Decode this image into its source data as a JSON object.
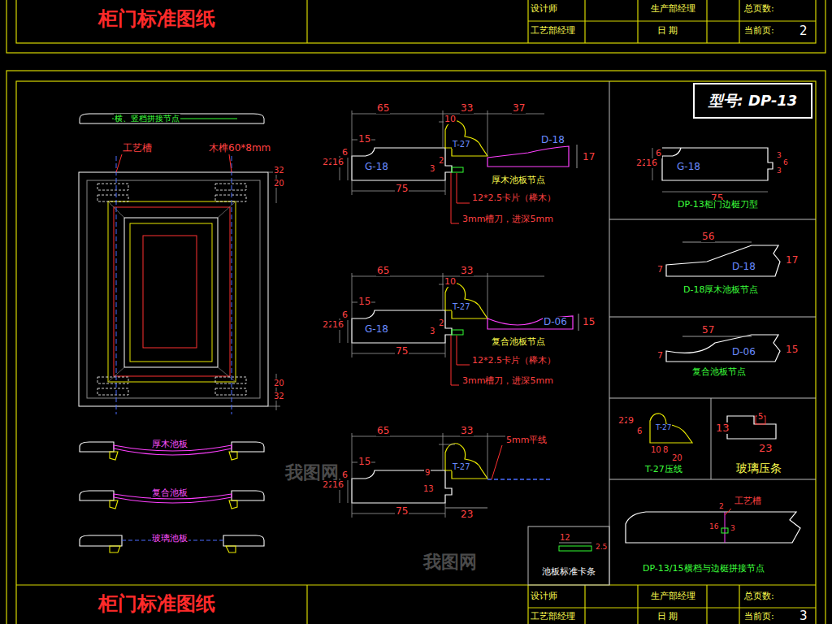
{
  "diagram": {
    "nodes": [
      {
        "text": [
          "型号: DP-13"
        ]
      }
    ],
    "labels": [
      "柜门标准图纸",
      "设计师",
      "生产部经理",
      "总页数:",
      "工艺部经理",
      "日 期",
      "当前页:",
      "2",
      "我图网",
      "我图网",
      "横、竖档拼接节点",
      "工艺槽",
      "木榫60*8mm",
      "32",
      "20",
      "20",
      "32",
      "厚木池板",
      "复合池板",
      "玻璃池板",
      "65",
      "33",
      "37",
      "15",
      "10",
      "22",
      "16",
      "6",
      "G-18",
      "T-27",
      "D-18",
      "17",
      "3",
      "2",
      "75",
      "厚木池板节点",
      "12*2.5卡片（榉木）",
      "3mm槽刀，进深5mm",
      "65",
      "33",
      "15",
      "10",
      "22",
      "16",
      "6",
      "G-18",
      "T-27",
      "D-06",
      "15",
      "3",
      "2",
      "75",
      "复合池板节点",
      "12*2.5卡片（榉木）",
      "3mm槽刀，进深5mm",
      "65",
      "33",
      "5mm平线",
      "15",
      "22",
      "16",
      "6",
      "13",
      "9",
      "T-27",
      "75",
      "23",
      "22",
      "16",
      "6",
      "G-18",
      "3",
      "6",
      "3",
      "75",
      "DP-13柜门边梃刀型",
      "56",
      "7",
      "D-18",
      "17",
      "D-18厚木池板节点",
      "57",
      "7",
      "D-06",
      "15",
      "复合池板节点",
      "22",
      "9",
      "6",
      "T-27",
      "10",
      "8",
      "20",
      "T-27压线",
      "13",
      "5",
      "23",
      "玻璃压条",
      "工艺槽",
      "2",
      "16",
      "3",
      "DP-13/15横档与边梃拼接节点",
      "12",
      "2.5",
      "池板标准卡条",
      "柜门标准图纸",
      "设计师",
      "生产部经理",
      "总页数:",
      "工艺部经理",
      "日 期",
      "当前页:",
      "3"
    ]
  }
}
